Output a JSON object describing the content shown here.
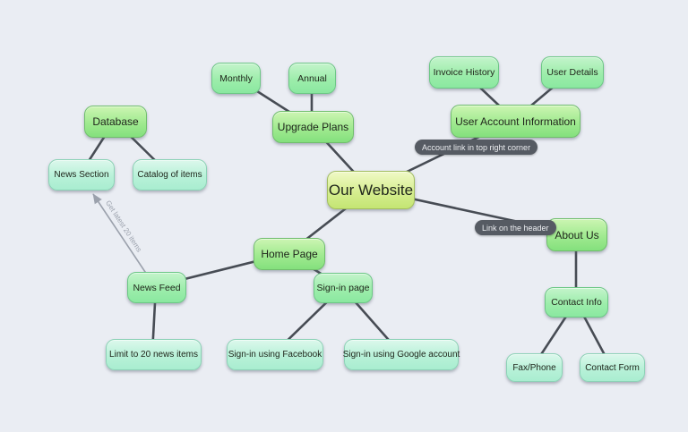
{
  "diagram": {
    "type": "mindmap",
    "colors": {
      "background": "#eaedf3",
      "edge": "#474c54",
      "arrow": "#9ba1ac",
      "edge_label_background": "#565b63",
      "edge_label_text": "#eceef1",
      "root_node_fill": "#d6ee90",
      "branch_node_fill": "#a0ea90",
      "mint_node_fill": "#9dedab",
      "aqua_node_fill": "#b8f1d8"
    },
    "nodes": {
      "our_website": {
        "label": "Our Website"
      },
      "upgrade_plans": {
        "label": "Upgrade Plans"
      },
      "monthly": {
        "label": "Monthly"
      },
      "annual": {
        "label": "Annual"
      },
      "user_account_information": {
        "label": "User Account Information"
      },
      "invoice_history": {
        "label": "Invoice History"
      },
      "user_details": {
        "label": "User Details"
      },
      "about_us": {
        "label": "About Us"
      },
      "contact_info": {
        "label": "Contact Info"
      },
      "fax_phone": {
        "label": "Fax/Phone"
      },
      "contact_form": {
        "label": "Contact Form"
      },
      "home_page": {
        "label": "Home Page"
      },
      "news_feed": {
        "label": "News Feed"
      },
      "sign_in_page": {
        "label": "Sign-in page"
      },
      "limit_news": {
        "label": "Limit to 20 news items"
      },
      "sign_in_facebook": {
        "label": "Sign-in using Facebook"
      },
      "sign_in_google": {
        "label": "Sign-in using Google account"
      },
      "database": {
        "label": "Database"
      },
      "news_section": {
        "label": "News Section"
      },
      "catalog_of_items": {
        "label": "Catalog of items"
      }
    },
    "edge_labels": {
      "account_link": "Account link in top right corner",
      "header_link": "Link on the header",
      "get_latest": "Get latest 20 items"
    },
    "edges": [
      "Our Website - Upgrade Plans",
      "Upgrade Plans - Monthly",
      "Upgrade Plans - Annual",
      "Our Website - User Account Information",
      "User Account Information - Invoice History",
      "User Account Information - User Details",
      "Our Website - About Us",
      "About Us - Contact Info",
      "Contact Info - Fax/Phone",
      "Contact Info - Contact Form",
      "Our Website - Home Page",
      "Home Page - News Feed",
      "Home Page - Sign-in page",
      "News Feed - Limit to 20 news items",
      "Sign-in page - Sign-in using Facebook",
      "Sign-in page - Sign-in using Google account",
      "Database - News Section",
      "Database - Catalog of items",
      "News Feed -> News Section (arrow)"
    ]
  }
}
